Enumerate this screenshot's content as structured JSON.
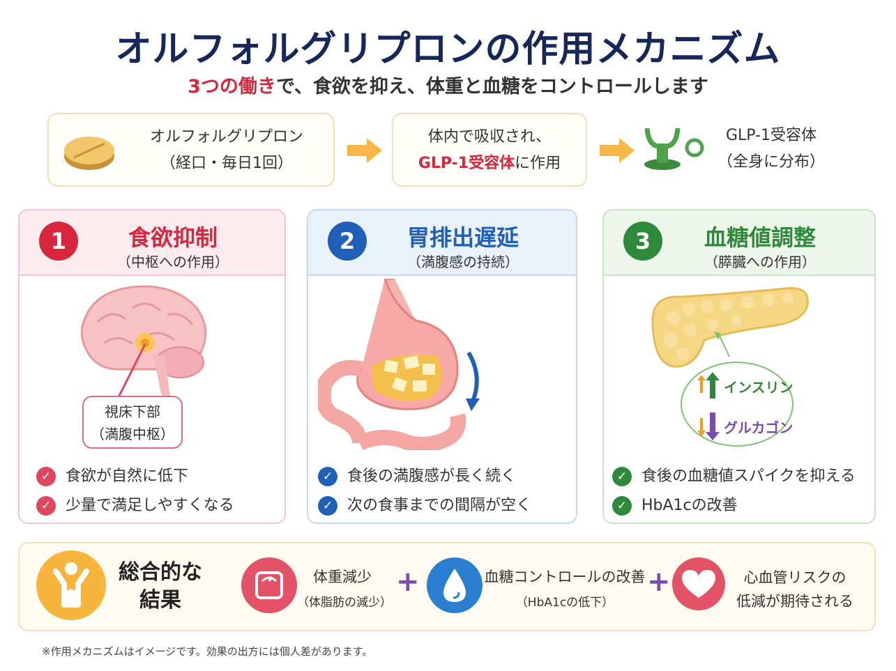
{
  "title": "オルフォルグリプロンの作用メカニズム",
  "subtitle": {
    "highlight": "3つの働き",
    "rest": "で、食欲を抑え、体重と血糖をコントロールします"
  },
  "flow": {
    "step1": {
      "line1": "オルフォルグリプロン",
      "line2": "（経口・毎日1回）"
    },
    "step2": {
      "line1": "体内で吸収され、",
      "line2_highlight": "GLP-1受容体",
      "line2_rest": "に作用"
    },
    "step3": {
      "line1": "GLP-1受容体",
      "line2": "（全身に分布）"
    }
  },
  "cards": [
    {
      "num": "1",
      "title": "食欲抑制",
      "sub": "（中枢への作用）",
      "label_line1": "視床下部",
      "label_line2": "（満腹中枢）",
      "checks": [
        "食欲が自然に低下",
        "少量で満足しやすくなる"
      ],
      "color": "#d8263c"
    },
    {
      "num": "2",
      "title": "胃排出遅延",
      "sub": "（満腹感の持続）",
      "checks": [
        "食後の満腹感が長く続く",
        "次の食事までの間隔が空く"
      ],
      "color": "#1f5fb8"
    },
    {
      "num": "3",
      "title": "血糖値調整",
      "sub": "（膵臓への作用）",
      "insulin": "インスリン",
      "glucagon": "グルカゴン",
      "checks": [
        "食後の血糖値スパイクを抑える",
        "HbA1cの改善"
      ],
      "color": "#2e8a3a"
    }
  ],
  "result": {
    "heading_line1": "総合的な",
    "heading_line2": "結果",
    "items": [
      {
        "line1": "体重減少",
        "line2": "（体脂肪の減少）"
      },
      {
        "line1": "血糖コントロールの改善",
        "line2": "（HbA1cの低下）"
      },
      {
        "line1": "心血管リスクの",
        "line2": "低減が期待される"
      }
    ],
    "plus": "+"
  },
  "note": "※作用メカニズムはイメージです。効果の出方には個人差があります。"
}
